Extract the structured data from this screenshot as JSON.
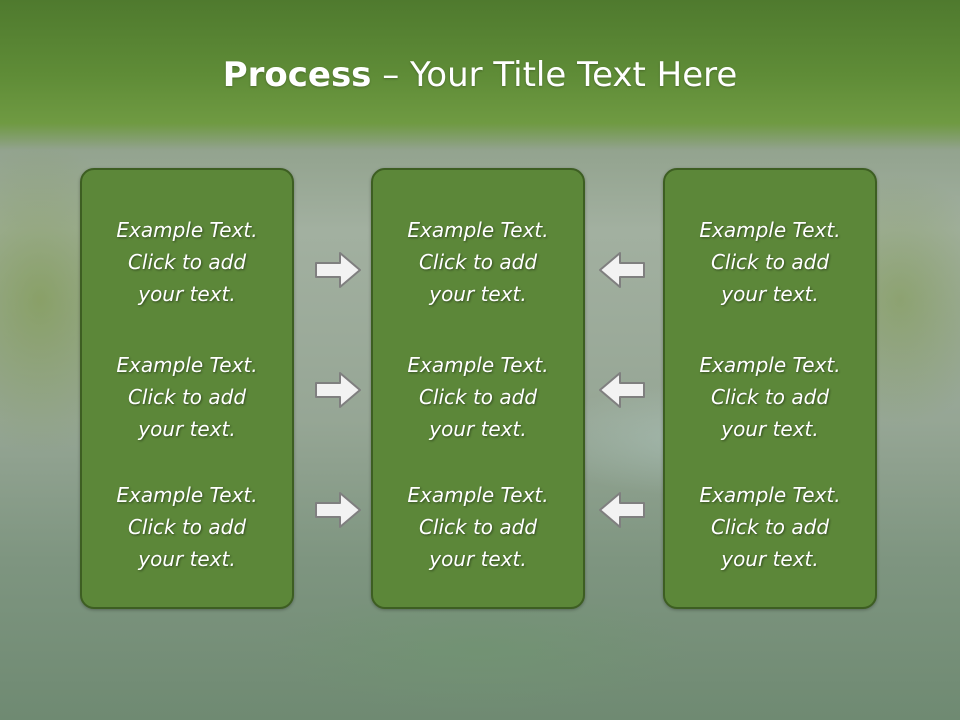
{
  "slide": {
    "title_bold": "Process",
    "title_rest": " – Your Title Text Here",
    "columns": [
      {
        "items": [
          {
            "line1": "Example Text.",
            "line2": "Click  to add",
            "line3": "your text."
          },
          {
            "line1": "Example Text.",
            "line2": "Click  to add",
            "line3": "your text."
          },
          {
            "line1": "Example Text.",
            "line2": "Click  to add",
            "line3": "your text."
          }
        ]
      },
      {
        "items": [
          {
            "line1": "Example Text.",
            "line2": "Click  to add",
            "line3": "your text."
          },
          {
            "line1": "Example Text.",
            "line2": "Click  to add",
            "line3": "your text."
          },
          {
            "line1": "Example Text.",
            "line2": "Click  to add",
            "line3": "your text."
          }
        ]
      },
      {
        "items": [
          {
            "line1": "Example Text.",
            "line2": "Click  to add",
            "line3": "your text."
          },
          {
            "line1": "Example Text.",
            "line2": "Click  to add",
            "line3": "your text."
          },
          {
            "line1": "Example Text.",
            "line2": "Click  to add",
            "line3": "your text."
          }
        ]
      }
    ],
    "arrows": {
      "left_group": "arrow-right-icon",
      "right_group": "arrow-left-icon"
    },
    "colors": {
      "title_band": "#5f8c37",
      "box_fill": "#5c8739",
      "box_border": "#3d5e22",
      "arrow_fill": "#f2f2f2",
      "arrow_stroke": "#7f7f7f"
    }
  }
}
